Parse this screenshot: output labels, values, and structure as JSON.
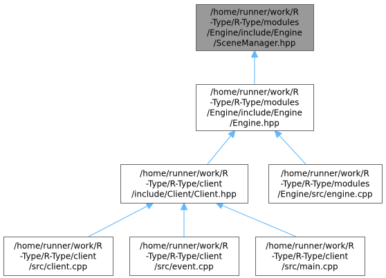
{
  "colors": {
    "highlight_fill": "#999999",
    "node_fill": "#ffffff",
    "node_border": "#666666",
    "edge": "#63b8ff"
  },
  "nodes": [
    {
      "id": "scenemanager",
      "lines": [
        "/home/runner/work/R",
        "-Type/R-Type/modules",
        "/Engine/include/Engine",
        "/SceneManager.hpp"
      ],
      "highlighted": true
    },
    {
      "id": "engine_hpp",
      "lines": [
        "/home/runner/work/R",
        "-Type/R-Type/modules",
        "/Engine/include/Engine",
        "/Engine.hpp"
      ],
      "highlighted": false
    },
    {
      "id": "client_hpp",
      "lines": [
        "/home/runner/work/R",
        "-Type/R-Type/client",
        "/include/Client/Client.hpp"
      ],
      "highlighted": false
    },
    {
      "id": "engine_cpp",
      "lines": [
        "/home/runner/work/R",
        "-Type/R-Type/modules",
        "/Engine/src/engine.cpp"
      ],
      "highlighted": false
    },
    {
      "id": "client_cpp",
      "lines": [
        "/home/runner/work/R",
        "-Type/R-Type/client",
        "/src/client.cpp"
      ],
      "highlighted": false
    },
    {
      "id": "event_cpp",
      "lines": [
        "/home/runner/work/R",
        "-Type/R-Type/client",
        "/src/event.cpp"
      ],
      "highlighted": false
    },
    {
      "id": "main_cpp",
      "lines": [
        "/home/runner/work/R",
        "-Type/R-Type/client",
        "/src/main.cpp"
      ],
      "highlighted": false
    }
  ],
  "edges": [
    {
      "from": "engine_hpp",
      "to": "scenemanager"
    },
    {
      "from": "client_hpp",
      "to": "engine_hpp"
    },
    {
      "from": "engine_cpp",
      "to": "engine_hpp"
    },
    {
      "from": "client_cpp",
      "to": "client_hpp"
    },
    {
      "from": "event_cpp",
      "to": "client_hpp"
    },
    {
      "from": "main_cpp",
      "to": "client_hpp"
    }
  ]
}
